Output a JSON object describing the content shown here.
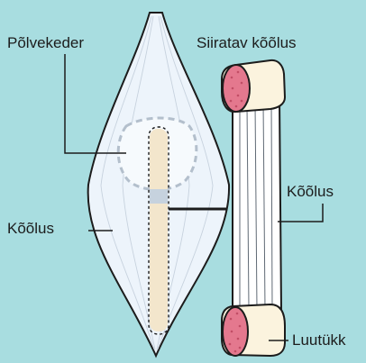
{
  "labels": {
    "kneecap": "Põlvekeder",
    "tendon_left": "Kõõlus",
    "graft_tendon": "Siiratav kõõlus",
    "tendon_right": "Kõõlus",
    "bone_piece": "Luutükk"
  },
  "colors": {
    "background": "#a8dde0",
    "tendon_fill": "#edf4fb",
    "bone": "#fbf3de",
    "marrow": "#e4788e",
    "kneecap_outline": "#b3bfcc",
    "outline": "#1c1c1c"
  }
}
